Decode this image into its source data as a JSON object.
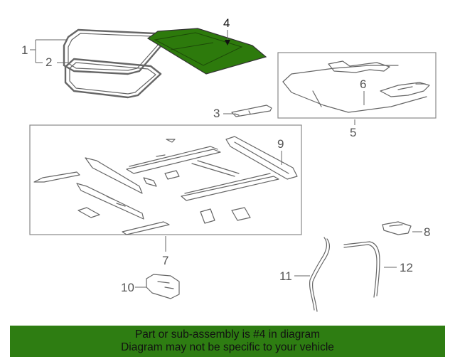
{
  "callouts": {
    "c1": "1",
    "c2": "2",
    "c3": "3",
    "c4": "4",
    "c5": "5",
    "c6": "6",
    "c7": "7",
    "c8": "8",
    "c9": "9",
    "c10": "10",
    "c11": "11",
    "c12": "12"
  },
  "highlighted_part": "4",
  "colors": {
    "highlight_fill": "#2d7a0c",
    "banner_bg": "#2e7d12",
    "banner_text": "#111111",
    "line": "#666666"
  },
  "banner": {
    "line1": "Part or sub-assembly is #4 in diagram",
    "line2": "Diagram may not be specific to your vehicle"
  }
}
